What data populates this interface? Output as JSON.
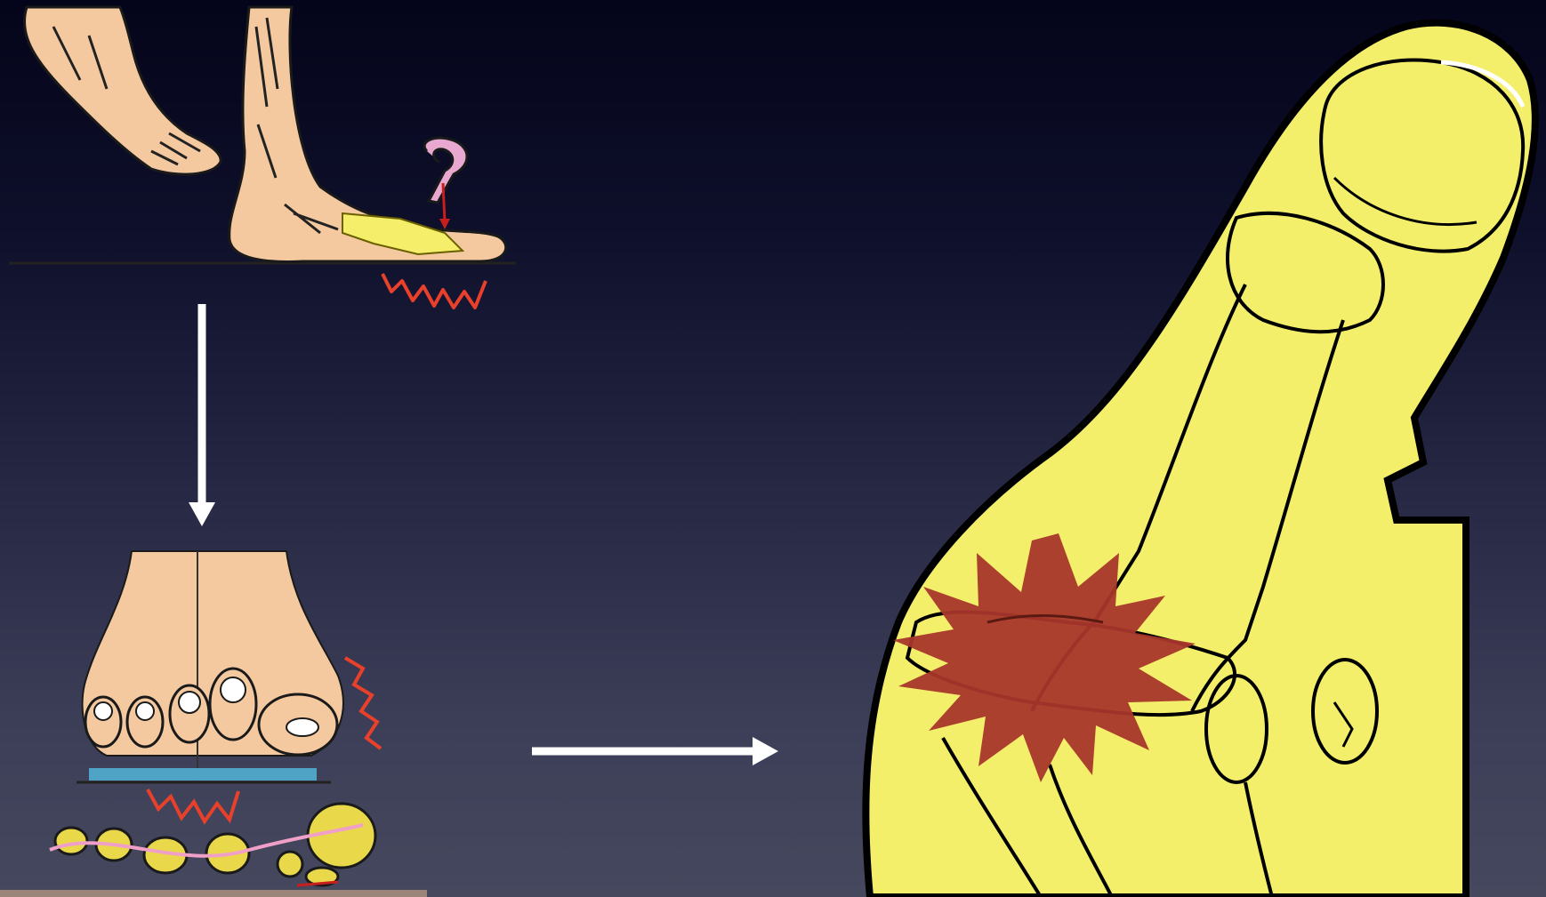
{
  "slide": {
    "background_top": "#04041a",
    "background_bottom": "#46485e"
  },
  "panels": {
    "walking_feet": {
      "skin": "#f5c9a0",
      "toe_bones": "#f4ee6a",
      "pain_marks": "#e8402a"
    },
    "forefoot_front": {
      "skin": "#f5c9a0",
      "insole": "#4fa3c4",
      "bone_fragments": "#e9d94a",
      "nerve": "#f0a0c8"
    },
    "toe_closeup": {
      "toe_fill": "#f4ef6a",
      "outline": "#000000",
      "injury_burst": "#a8362b"
    }
  },
  "arrows": {
    "color": "#ffffff"
  },
  "icons": [
    "walking-feet-illustration",
    "forefoot-front-view",
    "big-toe-closeup",
    "injury-burst-icon",
    "down-arrow-icon",
    "right-arrow-icon"
  ]
}
